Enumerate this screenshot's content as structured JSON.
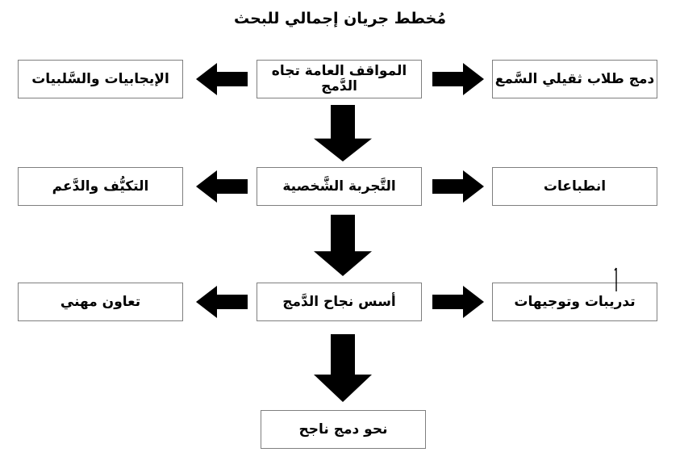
{
  "title": "مُخطط جريان إجمالي للبحث",
  "colors": {
    "box_border": "#7f7f7f",
    "box_background": "#ffffff",
    "arrow_fill": "#000000",
    "text": "#000000",
    "page_background": "#ffffff"
  },
  "flow": {
    "rows": [
      {
        "center": "المواقف العامة تجاه الدَّمج",
        "right": "دمج طلاب ثقيلي السَّمع",
        "left": "الإيجابيات والسَّلبيات"
      },
      {
        "center": "التَّجربة الشَّخصية",
        "right": "انطباعات",
        "left": "التكيُّف والدَّعم"
      },
      {
        "center": "أسس نجاح الدَّمج",
        "right": "تدريبات وتوجيهات",
        "left": "تعاون مهني"
      },
      {
        "center": "نحو دمج ناجح"
      }
    ],
    "icons": {
      "left_arrow": "left-block-arrow",
      "right_arrow": "right-block-arrow",
      "down_arrow": "down-block-arrow"
    }
  }
}
